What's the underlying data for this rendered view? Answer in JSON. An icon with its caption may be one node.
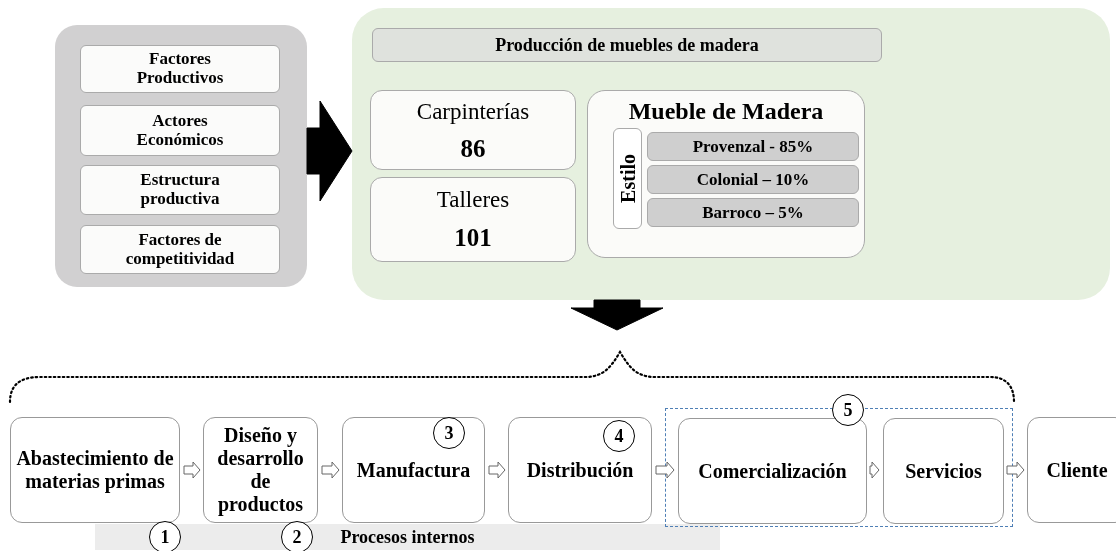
{
  "diagram": {
    "nodes": [
      {
        "text": [],
        "shape": "box"
      },
      {
        "text": [
          "Factores Productivos"
        ],
        "in": 0
      },
      {
        "text": [
          "Actores Económicos"
        ],
        "in": 0
      },
      {
        "text": [
          "Estructura productiva"
        ],
        "in": 0
      },
      {
        "text": [
          "Factores de competitividad"
        ],
        "in": 0
      },
      {
        "text": [],
        "shape": "box"
      },
      {
        "text": [
          "Producción de muebles de madera"
        ],
        "in": 5
      },
      {
        "text": [
          "Carpinterías",
          "86"
        ],
        "in": 5
      },
      {
        "text": [
          "Talleres",
          "101"
        ],
        "in": 5
      },
      {
        "text": [
          "Mueble de Madera"
        ],
        "in": 5
      },
      {
        "text": [
          "Estilo"
        ],
        "in": 9
      },
      {
        "text": [
          "Provenzal - 85%"
        ],
        "in": 9
      },
      {
        "text": [
          "Colonial – 10%"
        ],
        "in": 9
      },
      {
        "text": [
          "Barroco – 5%"
        ],
        "in": 9
      },
      {
        "text": [
          "Procesos internos"
        ]
      },
      {
        "text": [
          "Abastecimiento de materias primas"
        ],
        "beside": [
          "1"
        ]
      },
      {
        "text": [
          "Diseño y desarrollo de productos"
        ],
        "beside": [
          "2"
        ]
      },
      {
        "text": [
          "3",
          "Manufactura"
        ]
      },
      {
        "text": [
          "4",
          "Distribución"
        ]
      },
      {
        "text": [],
        "shape": "box",
        "beside": [
          "5"
        ]
      },
      {
        "text": [
          "Comercialización"
        ],
        "in": 19
      },
      {
        "text": [
          "Servicios"
        ],
        "in": 19
      },
      {
        "text": [
          "Cliente"
        ]
      }
    ],
    "edges": [
      {
        "from": 0,
        "to": 5,
        "arrow": "to",
        "style": "thick"
      },
      {
        "from": 5,
        "to": null,
        "arrow": "to",
        "style": "thick"
      },
      {
        "from": 15,
        "to": 16,
        "arrow": "to"
      },
      {
        "from": 16,
        "to": 17,
        "arrow": "to"
      },
      {
        "from": 17,
        "to": 18,
        "arrow": "to"
      },
      {
        "from": 18,
        "to": 20,
        "arrow": "to"
      },
      {
        "from": 20,
        "to": 21,
        "arrow": "to"
      },
      {
        "from": 21,
        "to": 22,
        "arrow": "to"
      }
    ]
  }
}
